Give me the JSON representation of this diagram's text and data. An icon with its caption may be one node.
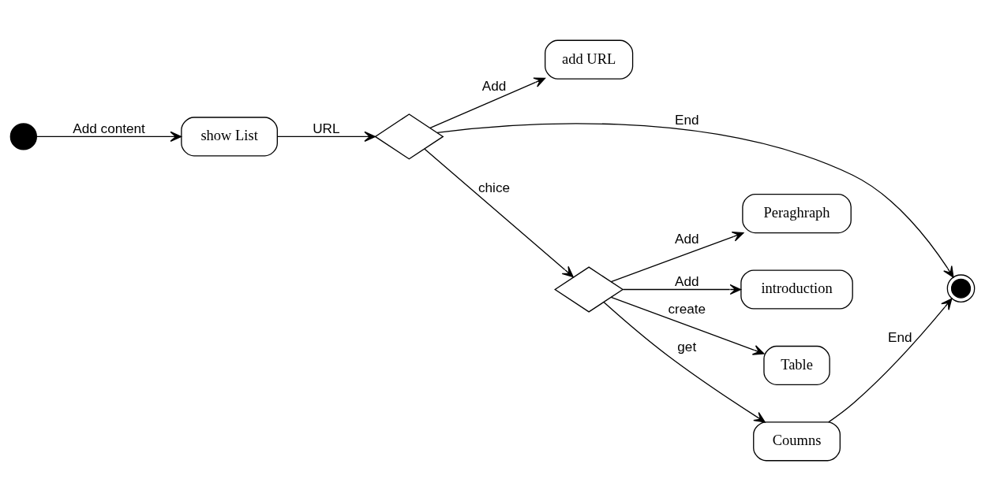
{
  "diagram": {
    "nodes": [
      {
        "text": [],
        "shape": "circle"
      },
      {
        "text": [
          "show List"
        ]
      },
      {
        "text": [],
        "shape": "diamond"
      },
      {
        "text": [
          "add URL"
        ]
      },
      {
        "text": [
          "Peraghraph"
        ]
      },
      {
        "text": [
          "introduction"
        ]
      },
      {
        "text": [],
        "shape": "circle"
      },
      {
        "text": [],
        "shape": "diamond"
      },
      {
        "text": [
          "Table"
        ]
      },
      {
        "text": [
          "Coumns"
        ]
      }
    ],
    "edges": [
      {
        "from": 0,
        "to": 1,
        "arrow": "to",
        "label": "Add content"
      },
      {
        "from": 1,
        "to": 2,
        "arrow": "to",
        "label": "URL"
      },
      {
        "from": 2,
        "to": 3,
        "arrow": "to",
        "label": "Add"
      },
      {
        "from": 2,
        "to": 6,
        "arrow": "to",
        "label": "End"
      },
      {
        "from": 2,
        "to": 7,
        "arrow": "to",
        "label": "chice"
      },
      {
        "from": 7,
        "to": 4,
        "arrow": "to",
        "label": "Add"
      },
      {
        "from": 7,
        "to": 5,
        "arrow": "to",
        "label": "Add"
      },
      {
        "from": 7,
        "to": 8,
        "arrow": "to",
        "label": "create"
      },
      {
        "from": 7,
        "to": 9,
        "arrow": "to",
        "label": "get"
      },
      {
        "from": 9,
        "to": 6,
        "arrow": "to",
        "label": "End"
      }
    ]
  }
}
